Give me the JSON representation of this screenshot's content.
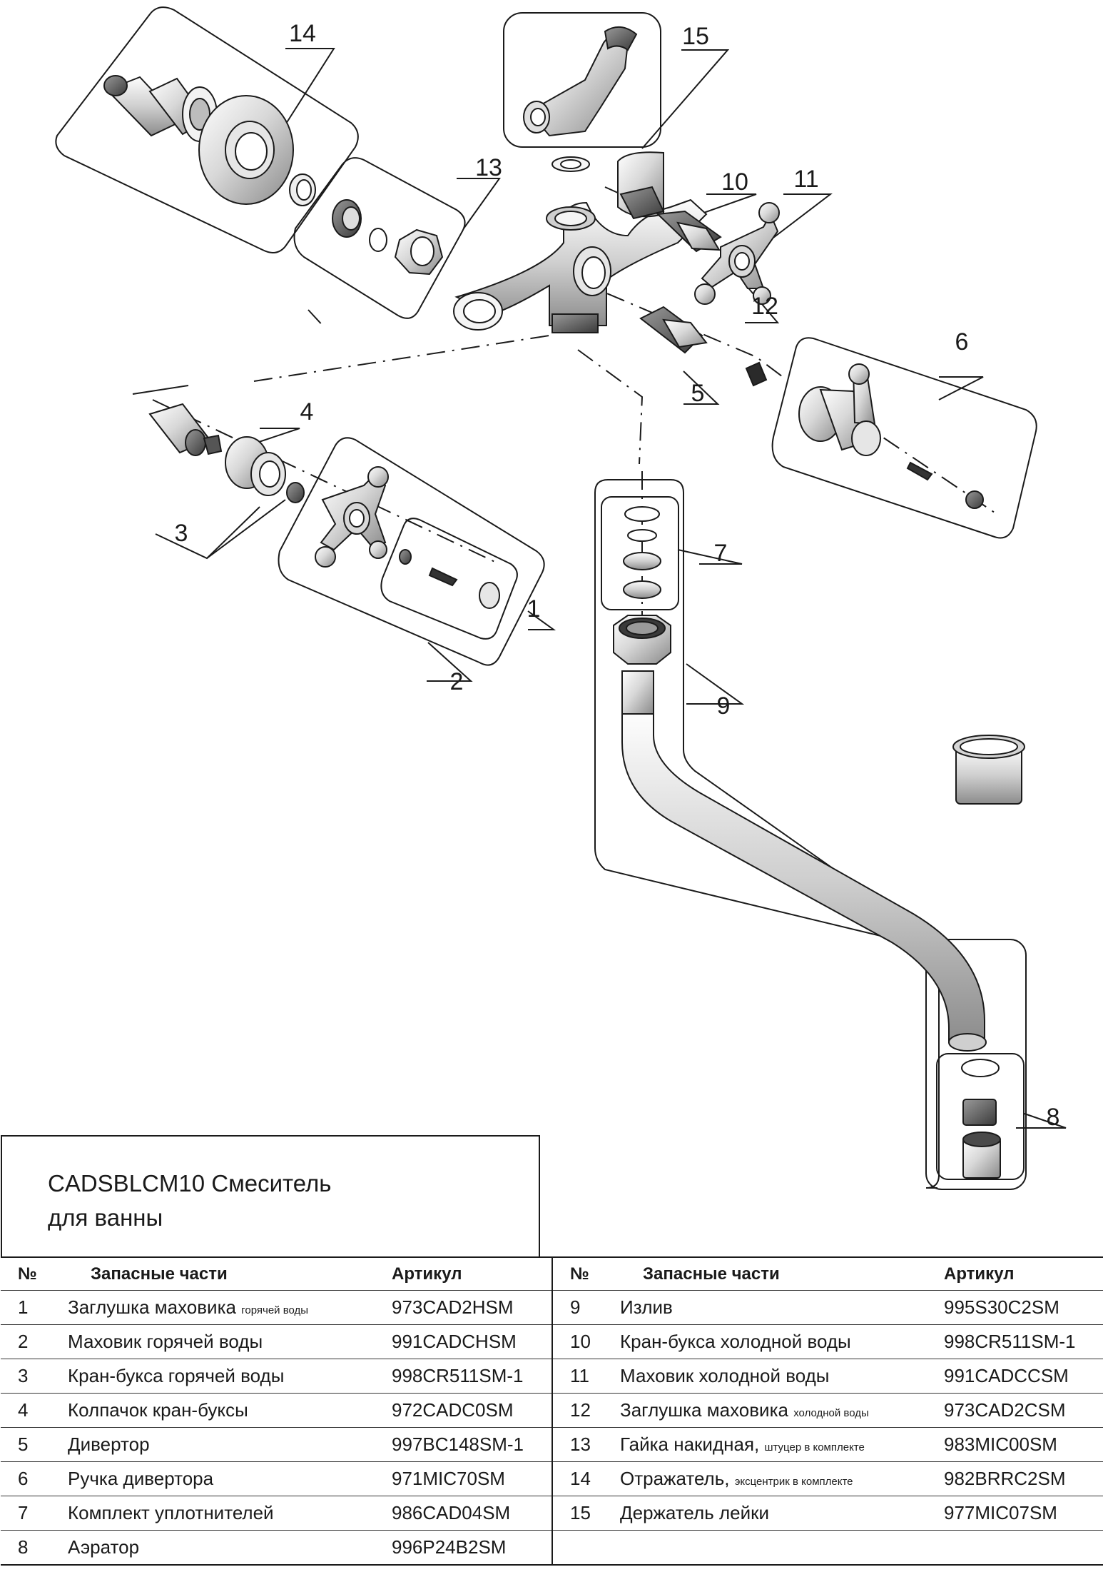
{
  "title": "CADSBLCM10 Смеситель для ванны",
  "callouts": [
    "1",
    "2",
    "3",
    "4",
    "5",
    "6",
    "7",
    "8",
    "9",
    "10",
    "11",
    "12",
    "13",
    "14",
    "15"
  ],
  "table": {
    "headers": {
      "number": "№",
      "part": "Запасные части",
      "article": "Артикул"
    },
    "left_rows": [
      {
        "number": "1",
        "part": "Заглушка маховика",
        "note": "горячей воды",
        "article": "973CAD2HSM"
      },
      {
        "number": "2",
        "part": "Маховик горячей воды",
        "note": "",
        "article": "991CADCHSM"
      },
      {
        "number": "3",
        "part": "Кран-букса горячей воды",
        "note": "",
        "article": "998CR511SM-1"
      },
      {
        "number": "4",
        "part": "Колпачок кран-буксы",
        "note": "",
        "article": "972CADC0SM"
      },
      {
        "number": "5",
        "part": "Дивертор",
        "note": "",
        "article": "997BC148SM-1"
      },
      {
        "number": "6",
        "part": "Ручка дивертора",
        "note": "",
        "article": "971MIC70SM"
      },
      {
        "number": "7",
        "part": "Комплект уплотнителей",
        "note": "",
        "article": "986CAD04SM"
      },
      {
        "number": "8",
        "part": "Аэратор",
        "note": "",
        "article": "996P24B2SM"
      }
    ],
    "right_rows": [
      {
        "number": "9",
        "part": "Излив",
        "note": "",
        "article": "995S30C2SM"
      },
      {
        "number": "10",
        "part": "Кран-букса холодной воды",
        "note": "",
        "article": "998CR511SM-1"
      },
      {
        "number": "11",
        "part": "Маховик холодной воды",
        "note": "",
        "article": "991CADCCSM"
      },
      {
        "number": "12",
        "part": "Заглушка маховика",
        "note": "холодной воды",
        "article": "973CAD2CSM"
      },
      {
        "number": "13",
        "part": "Гайка накидная,",
        "note": "штуцер в комплекте",
        "article": "983MIC00SM"
      },
      {
        "number": "14",
        "part": "Отражатель,",
        "note": "эксцентрик в комплекте",
        "article": "982BRRC2SM"
      },
      {
        "number": "15",
        "part": "Держатель лейки",
        "note": "",
        "article": "977MIC07SM"
      },
      {
        "number": "",
        "part": "",
        "note": "",
        "article": ""
      }
    ]
  }
}
